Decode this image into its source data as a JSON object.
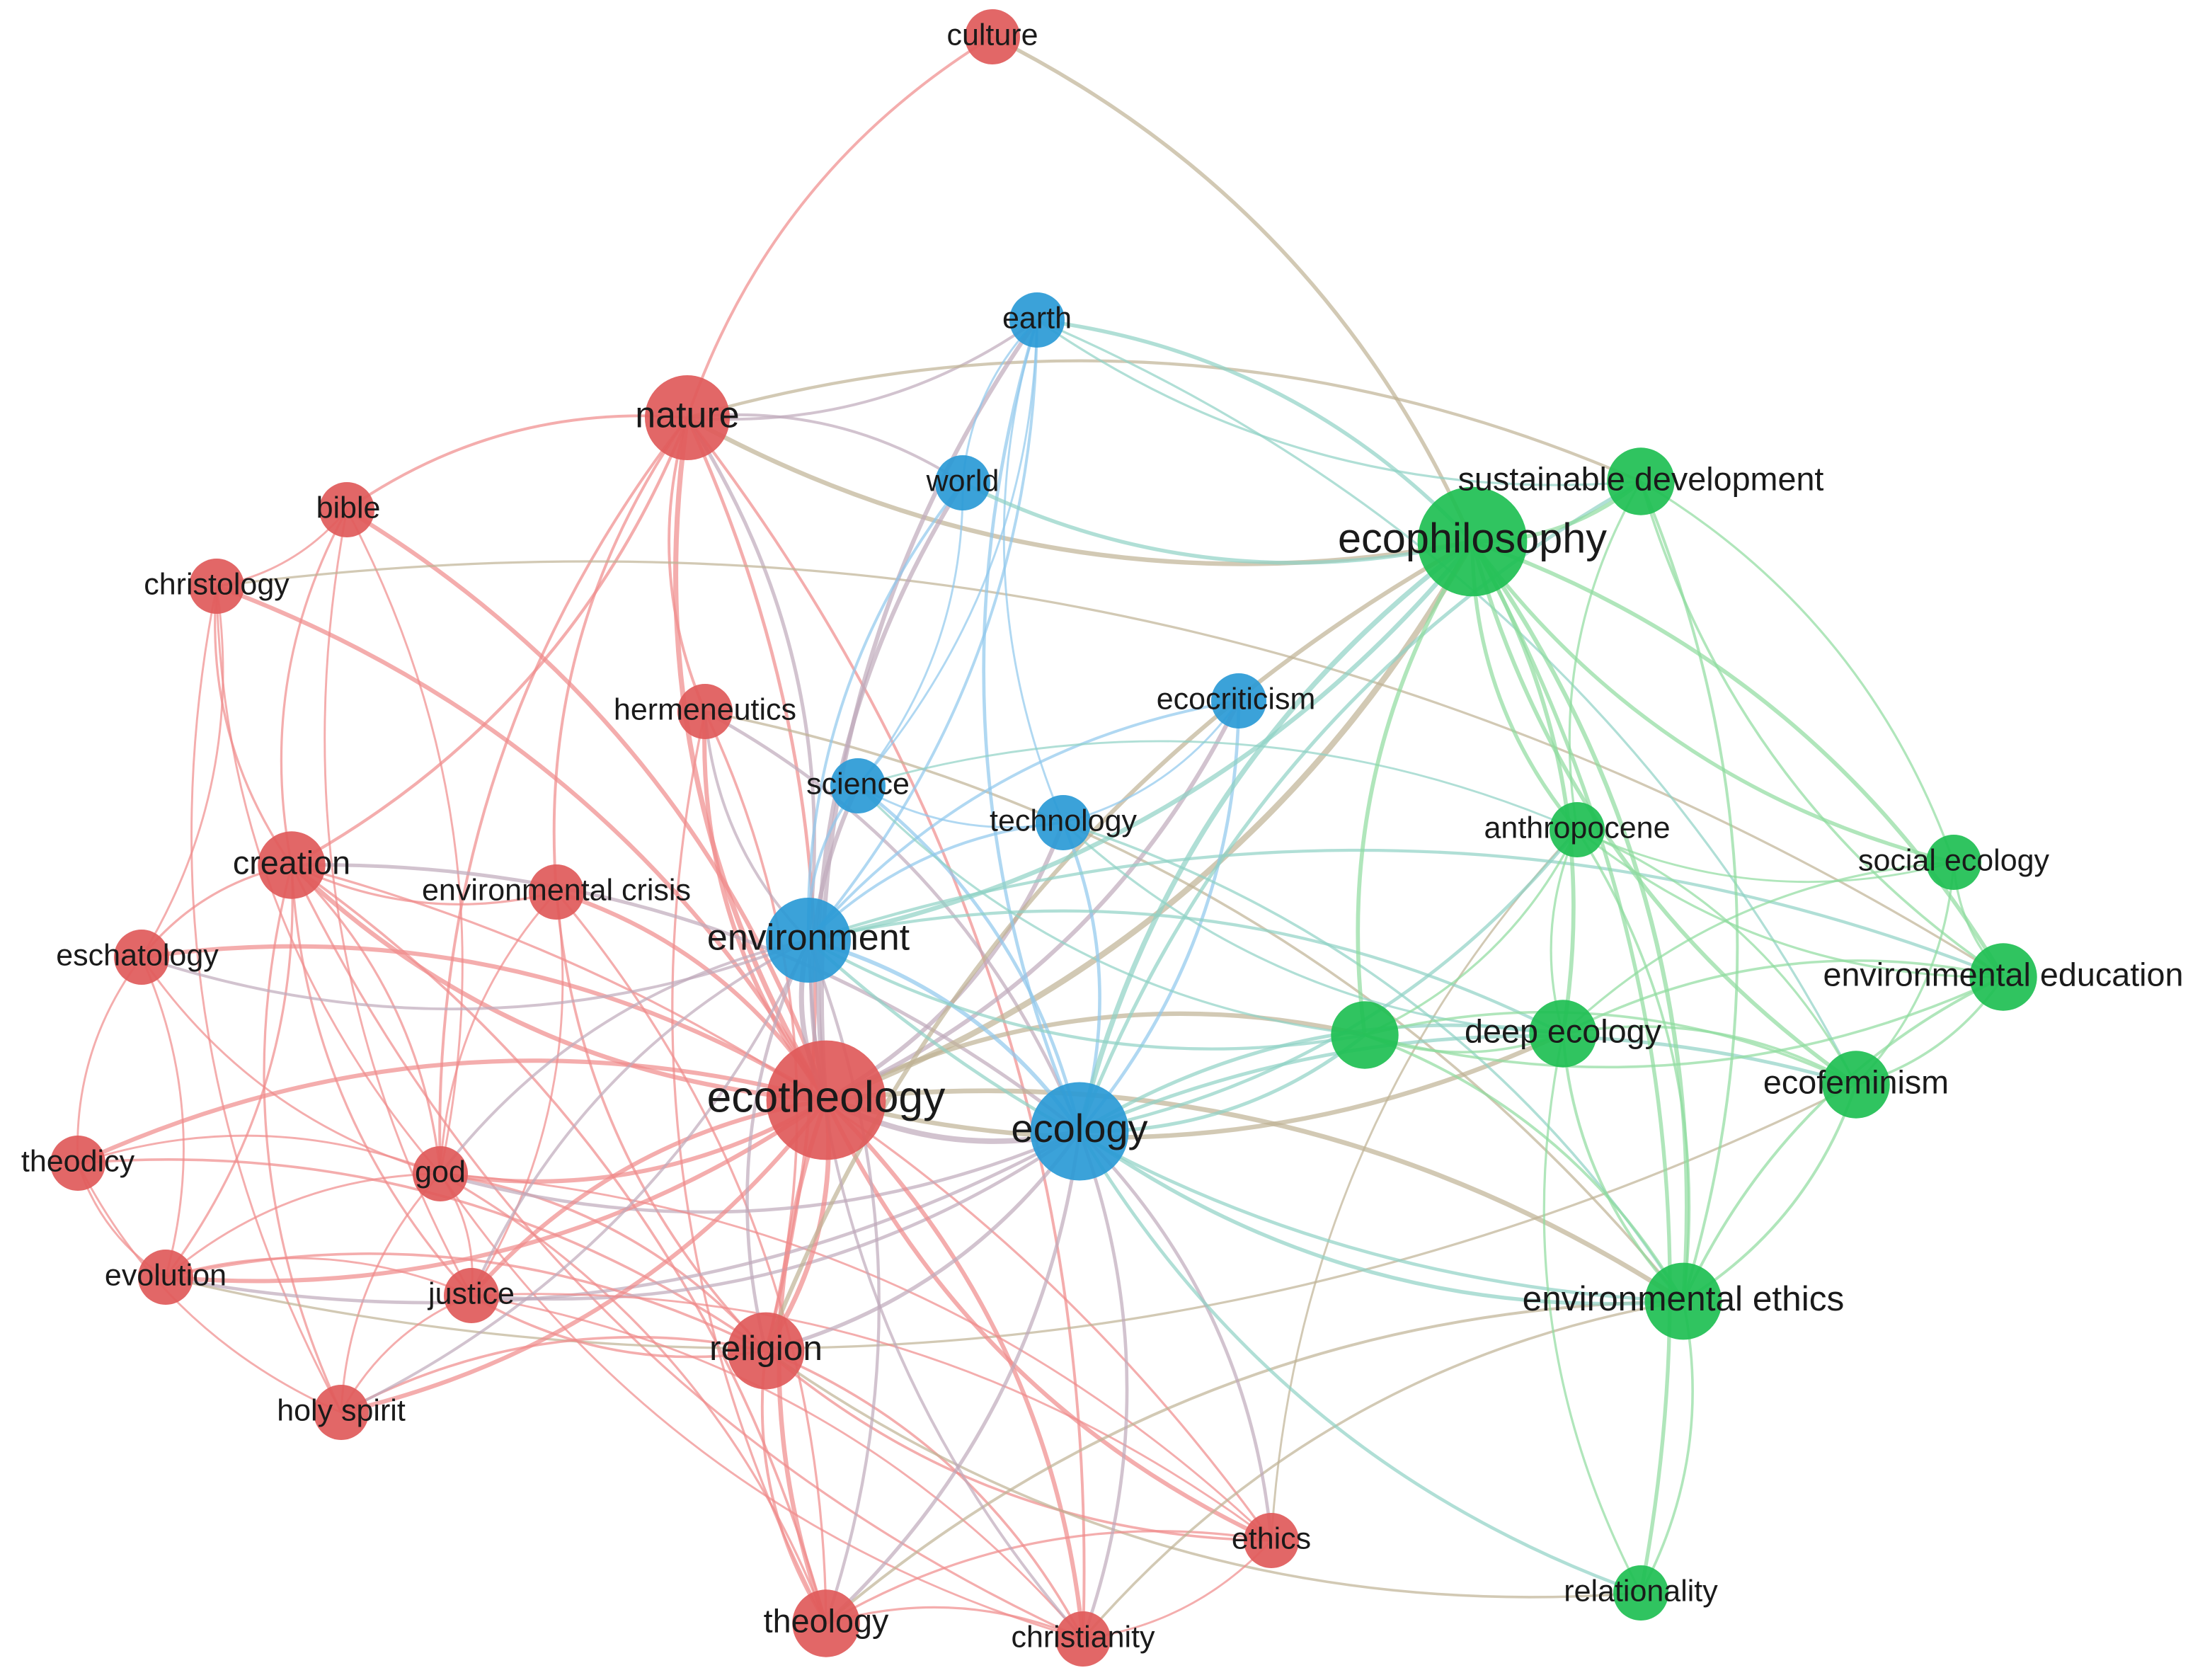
{
  "network": {
    "clusters": [
      {
        "id": "red",
        "color": "#e05a5a",
        "link_color": "#f08a8a"
      },
      {
        "id": "blue",
        "color": "#2a9ad6",
        "link_color": "#8ec8ec"
      },
      {
        "id": "green",
        "color": "#1ebf52",
        "link_color": "#8edb9e"
      }
    ],
    "nodes": [
      {
        "id": "culture",
        "label": "culture",
        "cluster": "red",
        "weight": 1
      },
      {
        "id": "nature",
        "label": "nature",
        "cluster": "red",
        "weight": 4
      },
      {
        "id": "bible",
        "label": "bible",
        "cluster": "red",
        "weight": 1
      },
      {
        "id": "christology",
        "label": "christology",
        "cluster": "red",
        "weight": 1
      },
      {
        "id": "hermeneutics",
        "label": "hermeneutics",
        "cluster": "red",
        "weight": 1
      },
      {
        "id": "creation",
        "label": "creation",
        "cluster": "red",
        "weight": 2
      },
      {
        "id": "environmental_crisis",
        "label": "environmental crisis",
        "cluster": "red",
        "weight": 1
      },
      {
        "id": "eschatology",
        "label": "eschatology",
        "cluster": "red",
        "weight": 1
      },
      {
        "id": "ecotheology",
        "label": "ecotheology",
        "cluster": "red",
        "weight": 10
      },
      {
        "id": "theodicy",
        "label": "theodicy",
        "cluster": "red",
        "weight": 1
      },
      {
        "id": "god",
        "label": "god",
        "cluster": "red",
        "weight": 1
      },
      {
        "id": "evolution",
        "label": "evolution",
        "cluster": "red",
        "weight": 1
      },
      {
        "id": "justice",
        "label": "justice",
        "cluster": "red",
        "weight": 1
      },
      {
        "id": "religion",
        "label": "religion",
        "cluster": "red",
        "weight": 3
      },
      {
        "id": "holy_spirit",
        "label": "holy spirit",
        "cluster": "red",
        "weight": 1
      },
      {
        "id": "ethics",
        "label": "ethics",
        "cluster": "red",
        "weight": 1
      },
      {
        "id": "theology",
        "label": "theology",
        "cluster": "red",
        "weight": 2
      },
      {
        "id": "christianity",
        "label": "christianity",
        "cluster": "red",
        "weight": 1
      },
      {
        "id": "earth",
        "label": "earth",
        "cluster": "blue",
        "weight": 1
      },
      {
        "id": "world",
        "label": "world",
        "cluster": "blue",
        "weight": 1
      },
      {
        "id": "ecocriticism",
        "label": "ecocriticism",
        "cluster": "blue",
        "weight": 1
      },
      {
        "id": "science",
        "label": "science",
        "cluster": "blue",
        "weight": 1
      },
      {
        "id": "technology",
        "label": "technology",
        "cluster": "blue",
        "weight": 1
      },
      {
        "id": "environment",
        "label": "environment",
        "cluster": "blue",
        "weight": 4
      },
      {
        "id": "ecology",
        "label": "ecology",
        "cluster": "blue",
        "weight": 6
      },
      {
        "id": "sustainable_development",
        "label": "sustainable development",
        "cluster": "green",
        "weight": 2
      },
      {
        "id": "ecophilosophy",
        "label": "ecophilosophy",
        "cluster": "green",
        "weight": 8
      },
      {
        "id": "anthropocene",
        "label": "anthropocene",
        "cluster": "green",
        "weight": 1
      },
      {
        "id": "social_ecology",
        "label": "social ecology",
        "cluster": "green",
        "weight": 1
      },
      {
        "id": "environmental_education",
        "label": "environmental education",
        "cluster": "green",
        "weight": 2
      },
      {
        "id": "unlabeled_green",
        "label": "",
        "cluster": "green",
        "weight": 2
      },
      {
        "id": "deep_ecology",
        "label": "deep ecology",
        "cluster": "green",
        "weight": 2
      },
      {
        "id": "ecofeminism",
        "label": "ecofeminism",
        "cluster": "green",
        "weight": 2
      },
      {
        "id": "environmental_ethics",
        "label": "environmental ethics",
        "cluster": "green",
        "weight": 3
      },
      {
        "id": "relationality",
        "label": "relationality",
        "cluster": "green",
        "weight": 1
      }
    ],
    "links": [
      [
        "culture",
        "nature"
      ],
      [
        "culture",
        "ecophilosophy"
      ],
      [
        "nature",
        "earth"
      ],
      [
        "nature",
        "world"
      ],
      [
        "nature",
        "ecophilosophy"
      ],
      [
        "nature",
        "sustainable_development"
      ],
      [
        "nature",
        "bible"
      ],
      [
        "nature",
        "creation"
      ],
      [
        "nature",
        "ecotheology"
      ],
      [
        "nature",
        "religion"
      ],
      [
        "nature",
        "hermeneutics"
      ],
      [
        "nature",
        "environment"
      ],
      [
        "nature",
        "god"
      ],
      [
        "nature",
        "christianity"
      ],
      [
        "nature",
        "environmental_crisis"
      ],
      [
        "bible",
        "christology"
      ],
      [
        "bible",
        "creation"
      ],
      [
        "bible",
        "god"
      ],
      [
        "bible",
        "justice"
      ],
      [
        "bible",
        "ecotheology"
      ],
      [
        "christology",
        "creation"
      ],
      [
        "christology",
        "eschatology"
      ],
      [
        "christology",
        "god"
      ],
      [
        "christology",
        "ecotheology"
      ],
      [
        "christology",
        "holy_spirit"
      ],
      [
        "christology",
        "environmental_education"
      ],
      [
        "hermeneutics",
        "ecotheology"
      ],
      [
        "hermeneutics",
        "religion"
      ],
      [
        "hermeneutics",
        "environment"
      ],
      [
        "hermeneutics",
        "ecology"
      ],
      [
        "hermeneutics",
        "theology"
      ],
      [
        "hermeneutics",
        "environmental_ethics"
      ],
      [
        "creation",
        "eschatology"
      ],
      [
        "creation",
        "god"
      ],
      [
        "creation",
        "ecotheology"
      ],
      [
        "creation",
        "evolution"
      ],
      [
        "creation",
        "justice"
      ],
      [
        "creation",
        "theology"
      ],
      [
        "creation",
        "environmental_crisis"
      ],
      [
        "creation",
        "ecology"
      ],
      [
        "creation",
        "holy_spirit"
      ],
      [
        "creation",
        "ethics"
      ],
      [
        "creation",
        "christianity"
      ],
      [
        "environmental_crisis",
        "ecotheology"
      ],
      [
        "environmental_crisis",
        "religion"
      ],
      [
        "environmental_crisis",
        "theology"
      ],
      [
        "environmental_crisis",
        "god"
      ],
      [
        "environmental_crisis",
        "justice"
      ],
      [
        "eschatology",
        "theodicy"
      ],
      [
        "eschatology",
        "ecotheology"
      ],
      [
        "eschatology",
        "god"
      ],
      [
        "eschatology",
        "evolution"
      ],
      [
        "eschatology",
        "environment"
      ],
      [
        "theodicy",
        "god"
      ],
      [
        "theodicy",
        "evolution"
      ],
      [
        "theodicy",
        "ecotheology"
      ],
      [
        "theodicy",
        "holy_spirit"
      ],
      [
        "theodicy",
        "religion"
      ],
      [
        "god",
        "evolution"
      ],
      [
        "god",
        "justice"
      ],
      [
        "god",
        "ecotheology"
      ],
      [
        "god",
        "religion"
      ],
      [
        "god",
        "holy_spirit"
      ],
      [
        "god",
        "theology"
      ],
      [
        "god",
        "christianity"
      ],
      [
        "god",
        "environment"
      ],
      [
        "god",
        "ecology"
      ],
      [
        "god",
        "ethics"
      ],
      [
        "evolution",
        "ecotheology"
      ],
      [
        "evolution",
        "justice"
      ],
      [
        "evolution",
        "ecology"
      ],
      [
        "evolution",
        "religion"
      ],
      [
        "evolution",
        "ecofeminism"
      ],
      [
        "justice",
        "ecotheology"
      ],
      [
        "justice",
        "religion"
      ],
      [
        "justice",
        "environment"
      ],
      [
        "justice",
        "ecology"
      ],
      [
        "justice",
        "christianity"
      ],
      [
        "justice",
        "holy_spirit"
      ],
      [
        "justice",
        "ethics"
      ],
      [
        "holy_spirit",
        "ecotheology"
      ],
      [
        "holy_spirit",
        "religion"
      ],
      [
        "holy_spirit",
        "environment"
      ],
      [
        "ecotheology",
        "environment"
      ],
      [
        "ecotheology",
        "ecology"
      ],
      [
        "ecotheology",
        "religion"
      ],
      [
        "ecotheology",
        "theology"
      ],
      [
        "ecotheology",
        "christianity"
      ],
      [
        "ecotheology",
        "ethics"
      ],
      [
        "ecotheology",
        "earth"
      ],
      [
        "ecotheology",
        "ecophilosophy"
      ],
      [
        "ecotheology",
        "science"
      ],
      [
        "ecotheology",
        "technology"
      ],
      [
        "ecotheology",
        "environmental_ethics"
      ],
      [
        "ecotheology",
        "deep_ecology"
      ],
      [
        "ecotheology",
        "unlabeled_green"
      ],
      [
        "ecotheology",
        "ecocriticism"
      ],
      [
        "ecotheology",
        "world"
      ],
      [
        "religion",
        "theology"
      ],
      [
        "religion",
        "christianity"
      ],
      [
        "religion",
        "ecology"
      ],
      [
        "religion",
        "environment"
      ],
      [
        "religion",
        "ethics"
      ],
      [
        "religion",
        "ecophilosophy"
      ],
      [
        "religion",
        "relationality"
      ],
      [
        "theology",
        "christianity"
      ],
      [
        "theology",
        "ecology"
      ],
      [
        "theology",
        "ethics"
      ],
      [
        "theology",
        "environment"
      ],
      [
        "theology",
        "environmental_ethics"
      ],
      [
        "christianity",
        "ecology"
      ],
      [
        "christianity",
        "environment"
      ],
      [
        "christianity",
        "ethics"
      ],
      [
        "christianity",
        "environmental_ethics"
      ],
      [
        "ethics",
        "ecology"
      ],
      [
        "ethics",
        "anthropocene"
      ],
      [
        "earth",
        "world"
      ],
      [
        "earth",
        "environment"
      ],
      [
        "earth",
        "ecology"
      ],
      [
        "earth",
        "ecophilosophy"
      ],
      [
        "earth",
        "sustainable_development"
      ],
      [
        "earth",
        "science"
      ],
      [
        "earth",
        "technology"
      ],
      [
        "earth",
        "ecofeminism"
      ],
      [
        "world",
        "environment"
      ],
      [
        "world",
        "science"
      ],
      [
        "world",
        "ecophilosophy"
      ],
      [
        "ecocriticism",
        "ecology"
      ],
      [
        "ecocriticism",
        "environment"
      ],
      [
        "ecocriticism",
        "technology"
      ],
      [
        "science",
        "environment"
      ],
      [
        "science",
        "ecology"
      ],
      [
        "science",
        "technology"
      ],
      [
        "science",
        "anthropocene"
      ],
      [
        "science",
        "unlabeled_green"
      ],
      [
        "technology",
        "ecology"
      ],
      [
        "technology",
        "environment"
      ],
      [
        "technology",
        "environmental_ethics"
      ],
      [
        "technology",
        "deep_ecology"
      ],
      [
        "environment",
        "ecology"
      ],
      [
        "environment",
        "ecophilosophy"
      ],
      [
        "environment",
        "deep_ecology"
      ],
      [
        "environment",
        "unlabeled_green"
      ],
      [
        "environment",
        "environmental_education"
      ],
      [
        "environment",
        "environmental_ethics"
      ],
      [
        "ecology",
        "ecophilosophy"
      ],
      [
        "ecology",
        "environmental_ethics"
      ],
      [
        "ecology",
        "deep_ecology"
      ],
      [
        "ecology",
        "unlabeled_green"
      ],
      [
        "ecology",
        "sustainable_development"
      ],
      [
        "ecology",
        "relationality"
      ],
      [
        "ecology",
        "ecofeminism"
      ],
      [
        "ecology",
        "anthropocene"
      ],
      [
        "sustainable_development",
        "ecophilosophy"
      ],
      [
        "sustainable_development",
        "anthropocene"
      ],
      [
        "sustainable_development",
        "environmental_ethics"
      ],
      [
        "sustainable_development",
        "environmental_education"
      ],
      [
        "sustainable_development",
        "social_ecology"
      ],
      [
        "ecophilosophy",
        "anthropocene"
      ],
      [
        "ecophilosophy",
        "deep_ecology"
      ],
      [
        "ecophilosophy",
        "unlabeled_green"
      ],
      [
        "ecophilosophy",
        "environmental_ethics"
      ],
      [
        "ecophilosophy",
        "ecofeminism"
      ],
      [
        "ecophilosophy",
        "environmental_education"
      ],
      [
        "ecophilosophy",
        "social_ecology"
      ],
      [
        "ecophilosophy",
        "relationality"
      ],
      [
        "anthropocene",
        "deep_ecology"
      ],
      [
        "anthropocene",
        "unlabeled_green"
      ],
      [
        "anthropocene",
        "environmental_education"
      ],
      [
        "anthropocene",
        "ecofeminism"
      ],
      [
        "anthropocene",
        "social_ecology"
      ],
      [
        "anthropocene",
        "environmental_ethics"
      ],
      [
        "social_ecology",
        "environmental_education"
      ],
      [
        "social_ecology",
        "ecofeminism"
      ],
      [
        "social_ecology",
        "deep_ecology"
      ],
      [
        "environmental_education",
        "ecofeminism"
      ],
      [
        "environmental_education",
        "deep_ecology"
      ],
      [
        "environmental_education",
        "unlabeled_green"
      ],
      [
        "environmental_education",
        "environmental_ethics"
      ],
      [
        "deep_ecology",
        "ecofeminism"
      ],
      [
        "deep_ecology",
        "environmental_ethics"
      ],
      [
        "deep_ecology",
        "unlabeled_green"
      ],
      [
        "deep_ecology",
        "relationality"
      ],
      [
        "ecofeminism",
        "environmental_ethics"
      ],
      [
        "ecofeminism",
        "unlabeled_green"
      ],
      [
        "environmental_ethics",
        "relationality"
      ],
      [
        "environmental_ethics",
        "unlabeled_green"
      ]
    ]
  }
}
